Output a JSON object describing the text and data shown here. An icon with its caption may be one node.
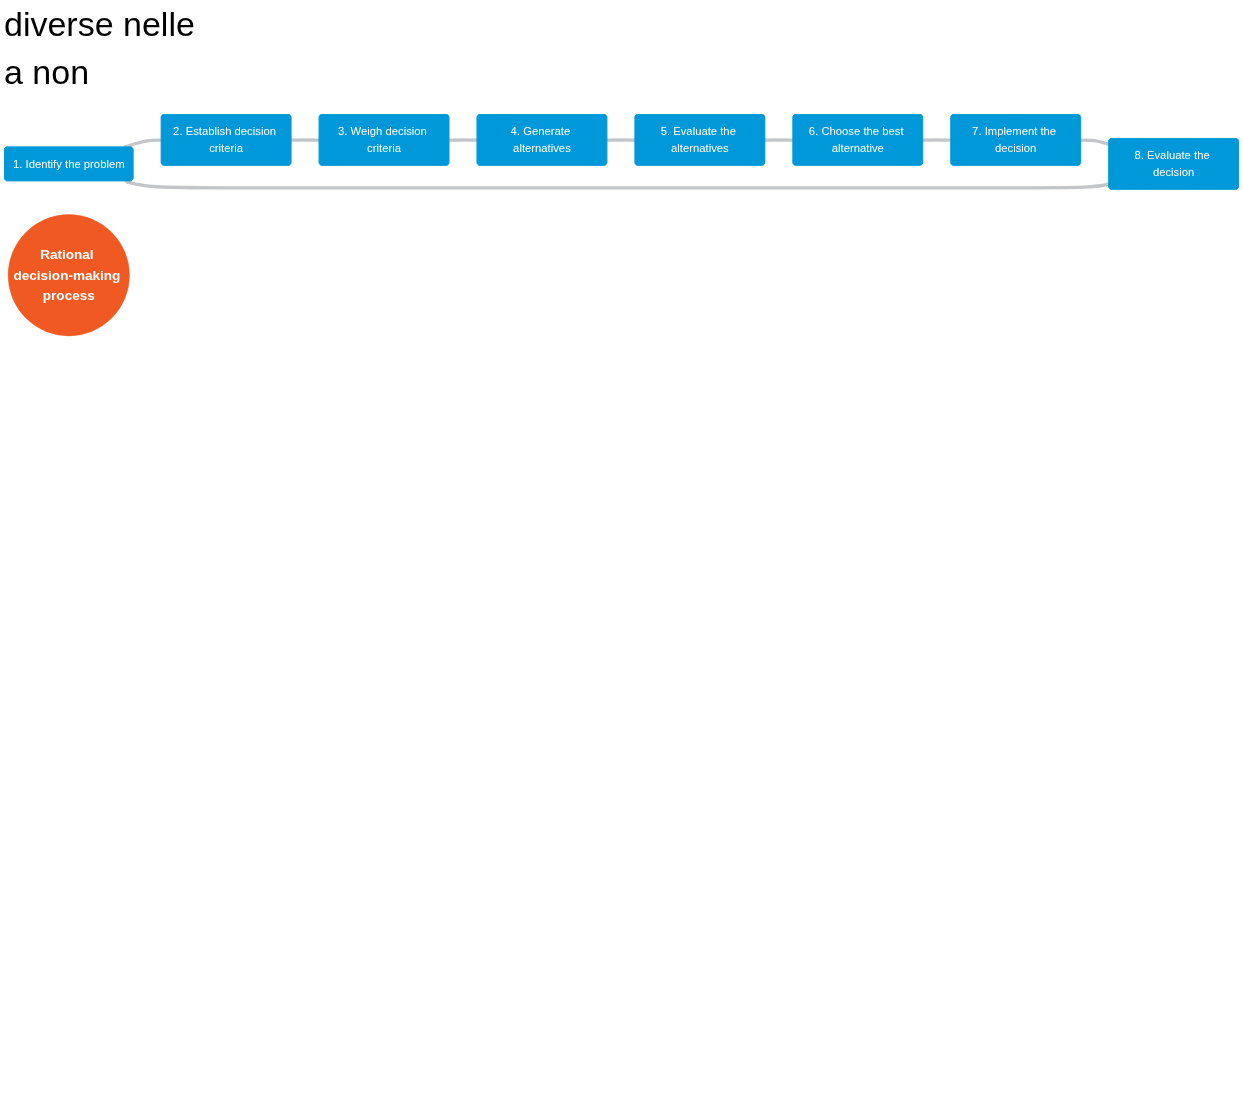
{
  "diagram": {
    "nodes": [
      {
        "text": [
          "1. Identify the problem"
        ]
      },
      {
        "text": [
          "2. Establish decision criteria"
        ]
      },
      {
        "text": [
          "3. Weigh decision criteria"
        ]
      },
      {
        "text": [
          "4. Generate alternatives"
        ]
      },
      {
        "text": [
          "5. Evaluate the alternatives"
        ]
      },
      {
        "text": [
          "6. Choose the best alternative"
        ]
      },
      {
        "text": [
          "7. Implement the decision"
        ]
      },
      {
        "text": [
          "8. Evaluate the decision"
        ]
      },
      {
        "text": [
          "Rational decision-making process"
        ]
      }
    ],
    "edges": [
      {
        "from": 0,
        "to": 1,
        "arrow": "none"
      },
      {
        "from": 1,
        "to": 2,
        "arrow": "none"
      },
      {
        "from": 2,
        "to": 3,
        "arrow": "none"
      },
      {
        "from": 3,
        "to": 4,
        "arrow": "none"
      },
      {
        "from": 4,
        "to": 5,
        "arrow": "none"
      },
      {
        "from": 5,
        "to": 6,
        "arrow": "none"
      },
      {
        "from": 6,
        "to": 7,
        "arrow": "none"
      },
      {
        "from": 7,
        "to": 0,
        "arrow": "to"
      }
    ],
    "labels": [
      "diverse nelle",
      "a non"
    ]
  }
}
